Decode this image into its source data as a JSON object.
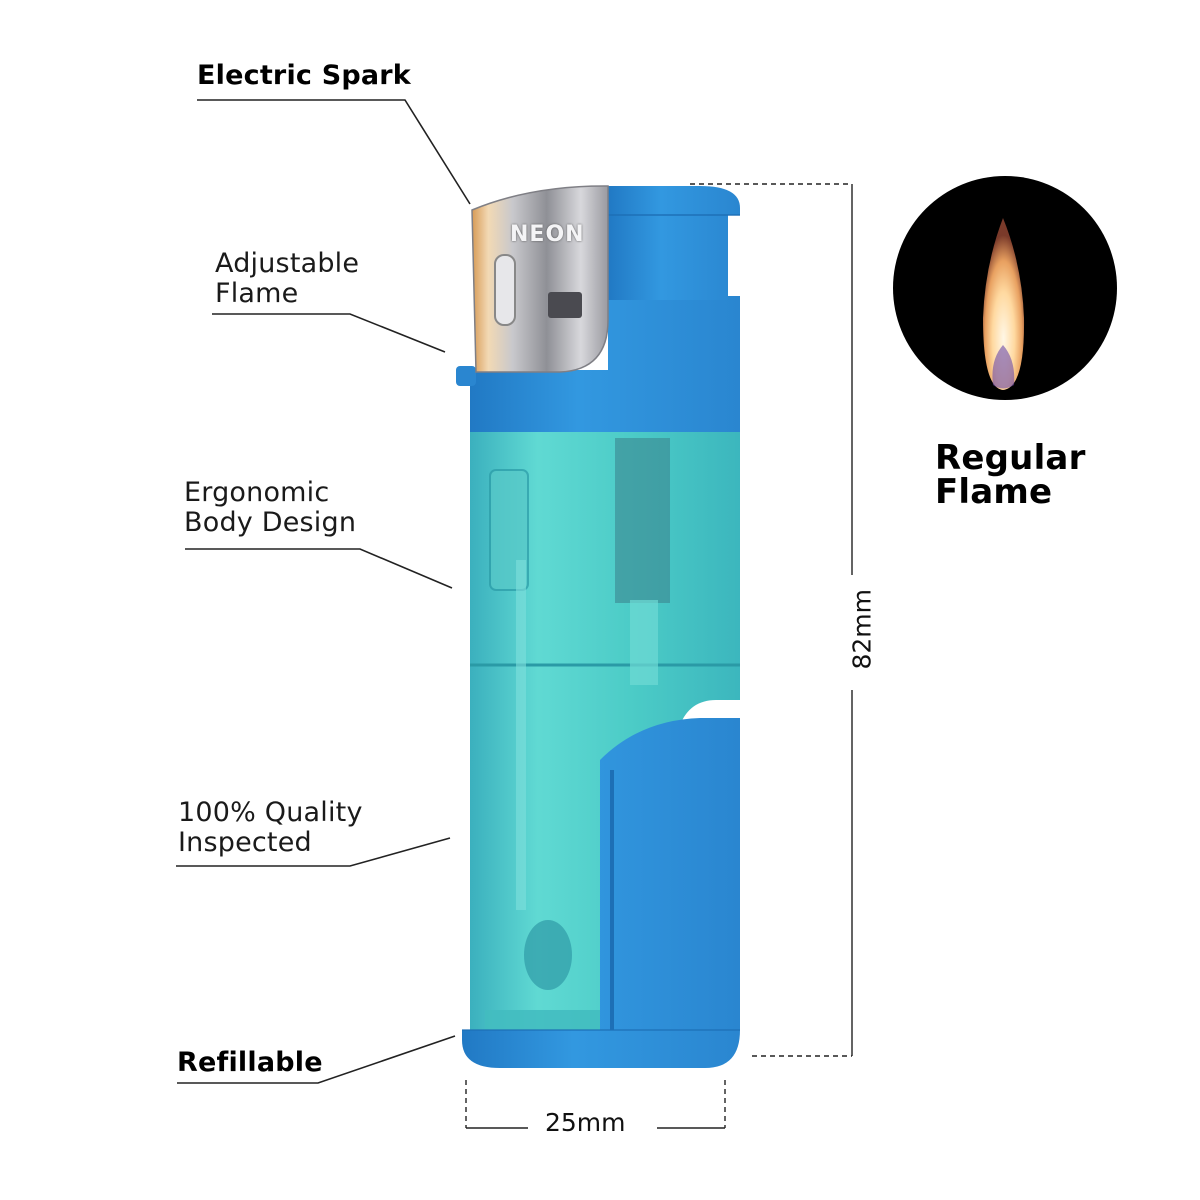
{
  "labels": {
    "electric_spark": "Electric Spark",
    "adjustable_flame": [
      "Adjustable",
      "Flame"
    ],
    "ergonomic": [
      "Ergonomic",
      "Body Design"
    ],
    "quality": [
      "100% Quality",
      "Inspected"
    ],
    "refillable": "Refillable",
    "regular_flame": [
      "Regular",
      "Flame"
    ]
  },
  "dimensions": {
    "height": "82mm",
    "width": "25mm"
  },
  "brand": "NEON",
  "colors": {
    "body_blue": "#2a8fd8",
    "tank_teal": "#3cc7c2",
    "metal": "#b7b7bb",
    "flame_bg": "#000000"
  }
}
